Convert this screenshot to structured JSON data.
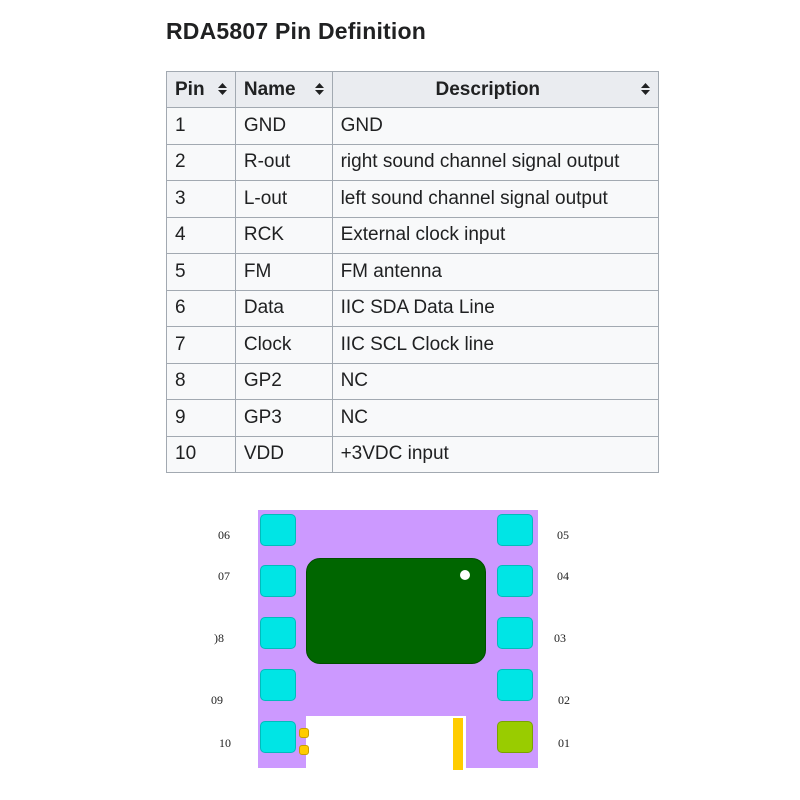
{
  "title": "RDA5807 Pin Definition",
  "table": {
    "headers": [
      "Pin",
      "Name",
      "Description"
    ],
    "sort_icon": "sort-updown-icon",
    "rows": [
      {
        "pin": "1",
        "name": "GND",
        "description": "GND"
      },
      {
        "pin": "2",
        "name": "R-out",
        "description": "right sound channel signal output"
      },
      {
        "pin": "3",
        "name": "L-out",
        "description": "left sound channel signal output"
      },
      {
        "pin": "4",
        "name": "RCK",
        "description": "External clock input"
      },
      {
        "pin": "5",
        "name": "FM",
        "description": "FM antenna"
      },
      {
        "pin": "6",
        "name": "Data",
        "description": "IIC SDA Data Line"
      },
      {
        "pin": "7",
        "name": "Clock",
        "description": "IIC SCL Clock line"
      },
      {
        "pin": "8",
        "name": "GP2",
        "description": "NC"
      },
      {
        "pin": "9",
        "name": "GP3",
        "description": "NC"
      },
      {
        "pin": "10",
        "name": "VDD",
        "description": "+3VDC input"
      }
    ]
  },
  "diagram": {
    "left_labels": [
      "06",
      "07",
      ")8",
      "09",
      "10"
    ],
    "right_labels": [
      "05",
      "04",
      "03",
      "02",
      "01"
    ],
    "colors": {
      "body": "#cc99ff",
      "die": "#006600",
      "pad": "#00e5e5",
      "gnd_pad": "#99cc00",
      "stub": "#ffcc00"
    }
  }
}
